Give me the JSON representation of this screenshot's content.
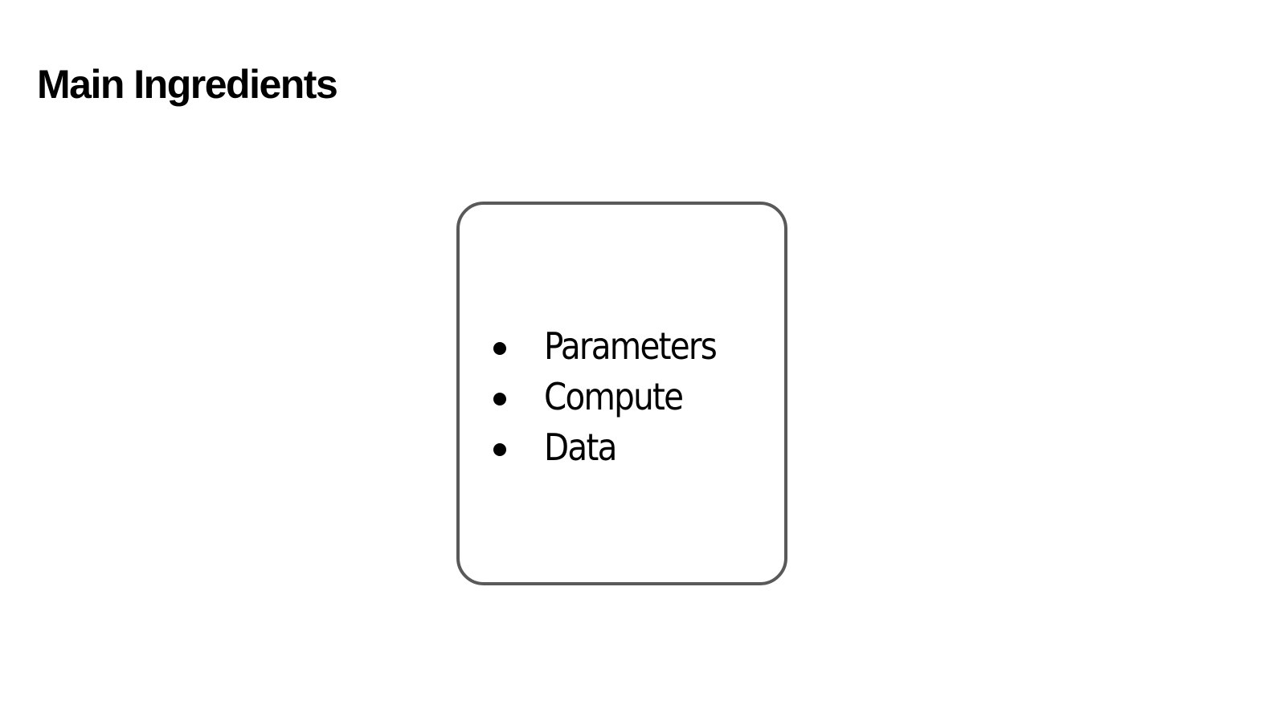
{
  "slide": {
    "title": "Main Ingredients",
    "ingredients": [
      "Parameters",
      "Compute",
      "Data"
    ]
  },
  "colors": {
    "background": "#ffffff",
    "text": "#000000",
    "box_border": "#595959"
  },
  "icons": {
    "bullet": "bullet-dot-icon"
  }
}
